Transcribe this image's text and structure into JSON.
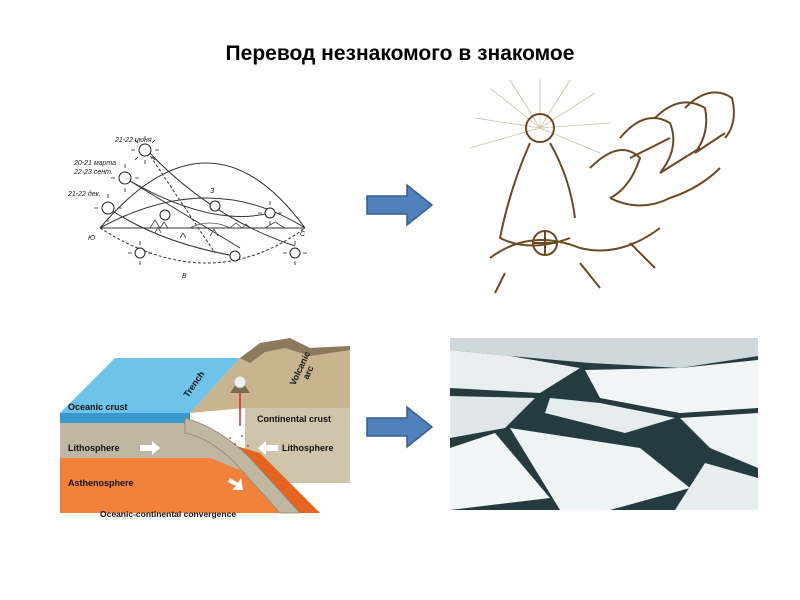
{
  "slide": {
    "title": "Перевод незнакомого в знакомое"
  },
  "sun_diagram": {
    "labels": {
      "june": "21-22 июня",
      "march": "20-21 марта",
      "sept": "22-23 сент.",
      "dec": "21-22 дек.",
      "south": "Ю",
      "north": "С",
      "east": "В",
      "west": "З"
    }
  },
  "subduction_diagram": {
    "labels": {
      "oceanic_crust": "Oceanic crust",
      "trench": "Trench",
      "volcanic": "Volcanic",
      "arc": "arc",
      "continental_crust": "Continental crust",
      "lithosphere_left": "Lithosphere",
      "lithosphere_right": "Lithosphere",
      "asthenosphere": "Asthenosphere",
      "caption": "Oceanic-continental convergence"
    }
  },
  "colors": {
    "arrow": "#4F81BD",
    "arrow_border": "#385D8A",
    "ocean": "#6EC3EA",
    "lithosphere": "#BFB7A2",
    "asthenosphere": "#F2823A",
    "ice_water": "#243B3F"
  }
}
